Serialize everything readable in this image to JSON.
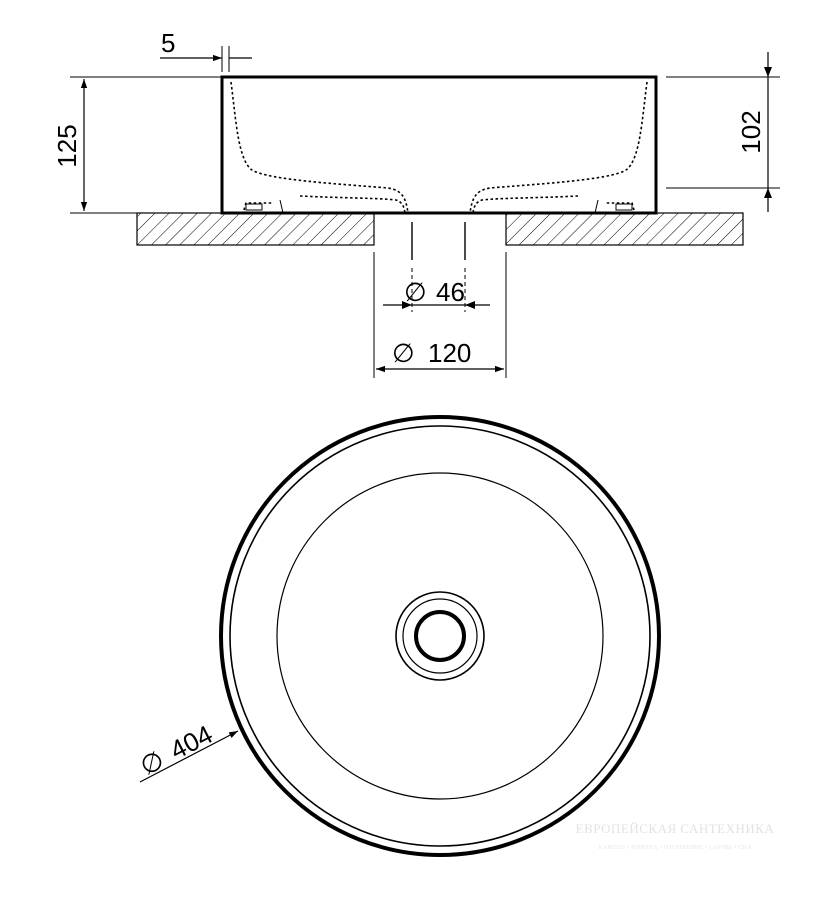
{
  "dimensions": {
    "gap_width": "5",
    "total_height": "125",
    "bowl_height": "102",
    "drain_diameter": "46",
    "cutout_diameter": "120",
    "outer_diameter": "404",
    "diameter_symbol": "∅"
  },
  "watermark": {
    "title": "ЕВРОПЕЙСКАЯ САНТЕХНИКА",
    "subtitle": "КАМЕНЬ • ПЛИТКА • ОТОПЛЕНИЕ • САУНЫ • СПА"
  },
  "colors": {
    "line": "#000000",
    "background": "#ffffff",
    "watermark": "#e2e2e2"
  }
}
